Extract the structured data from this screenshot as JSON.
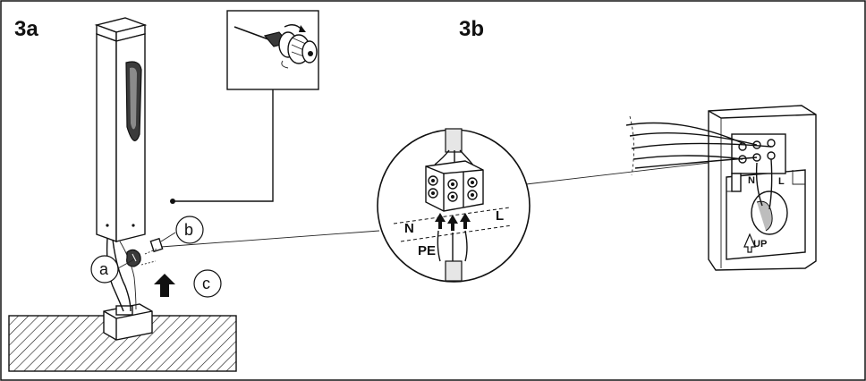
{
  "figure": {
    "label_3a": "3a",
    "label_3b": "3b"
  },
  "callouts": {
    "a": "a",
    "b": "b",
    "c": "c"
  },
  "terminals": {
    "neutral": "N",
    "live": "L",
    "earth": "PE"
  },
  "box": {
    "up_label": "UP",
    "n_label": "N",
    "l_label": "L"
  }
}
